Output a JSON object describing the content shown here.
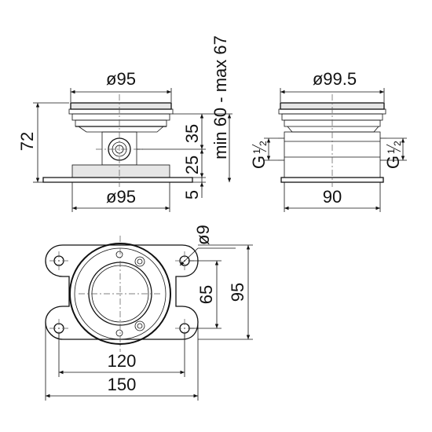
{
  "drawing": {
    "front": {
      "top_diameter": "ø95",
      "base_diameter": "ø95",
      "total_height": "72",
      "upper_height": "35",
      "lower_height": "25",
      "plate_thickness": "5",
      "install_range": "min 60 - max 67"
    },
    "side": {
      "top_diameter": "ø99.5",
      "base_width": "90",
      "thread_left_prefix": "G",
      "thread_right_prefix": "G",
      "thread_num": "1",
      "thread_den": "2"
    },
    "plan": {
      "hole_diameter": "ø9",
      "hole_spacing_y": "65",
      "outer_height": "95",
      "hole_spacing_x": "120",
      "outer_width": "150"
    }
  }
}
